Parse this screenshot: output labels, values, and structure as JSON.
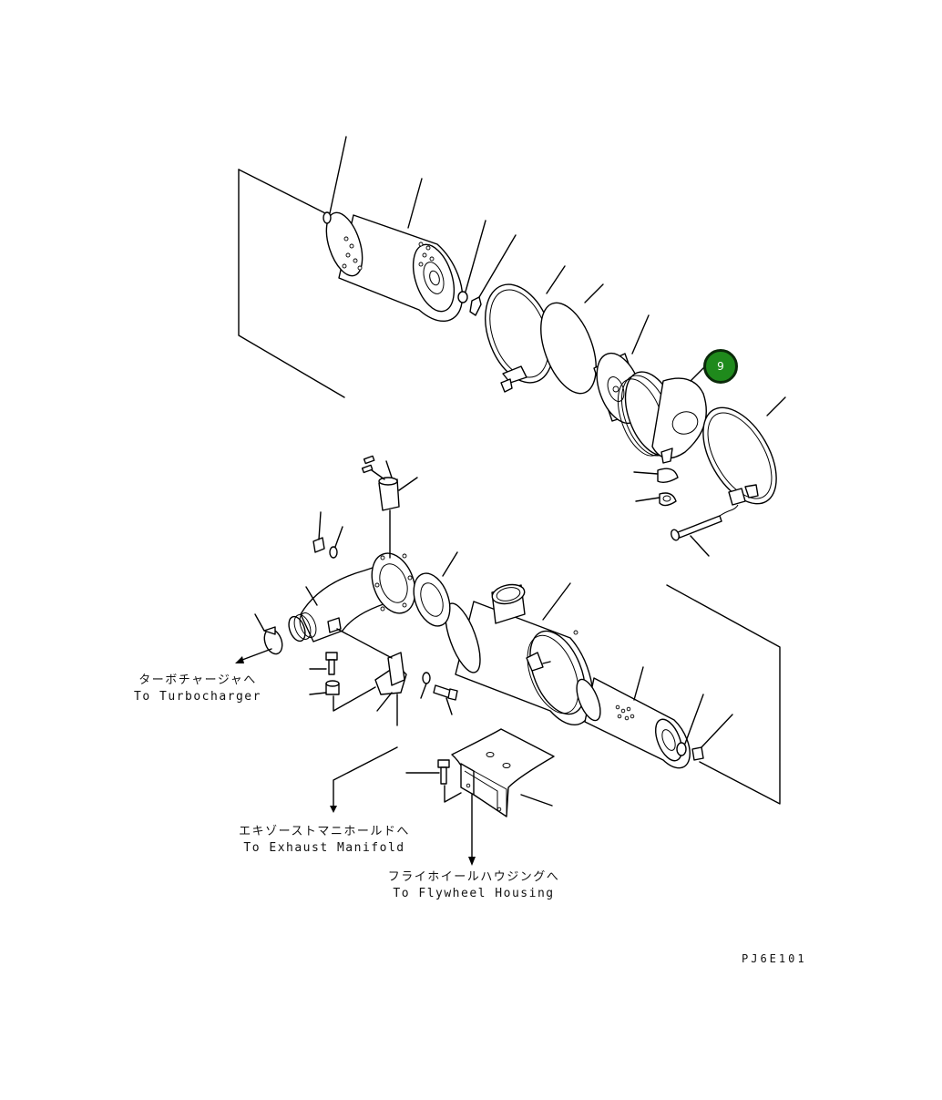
{
  "callout": {
    "number": "9",
    "color": "#1f8a1c"
  },
  "labels": {
    "turbocharger_jp": "ターボチャージャへ",
    "turbocharger_en": "To Turbocharger",
    "exhaust_jp": "エキゾーストマニホールドへ",
    "exhaust_en": "To Exhaust Manifold",
    "flywheel_jp": "フライホイールハウジングへ",
    "flywheel_en": "To Flywheel Housing"
  },
  "drawing_code": "PJ6E101"
}
